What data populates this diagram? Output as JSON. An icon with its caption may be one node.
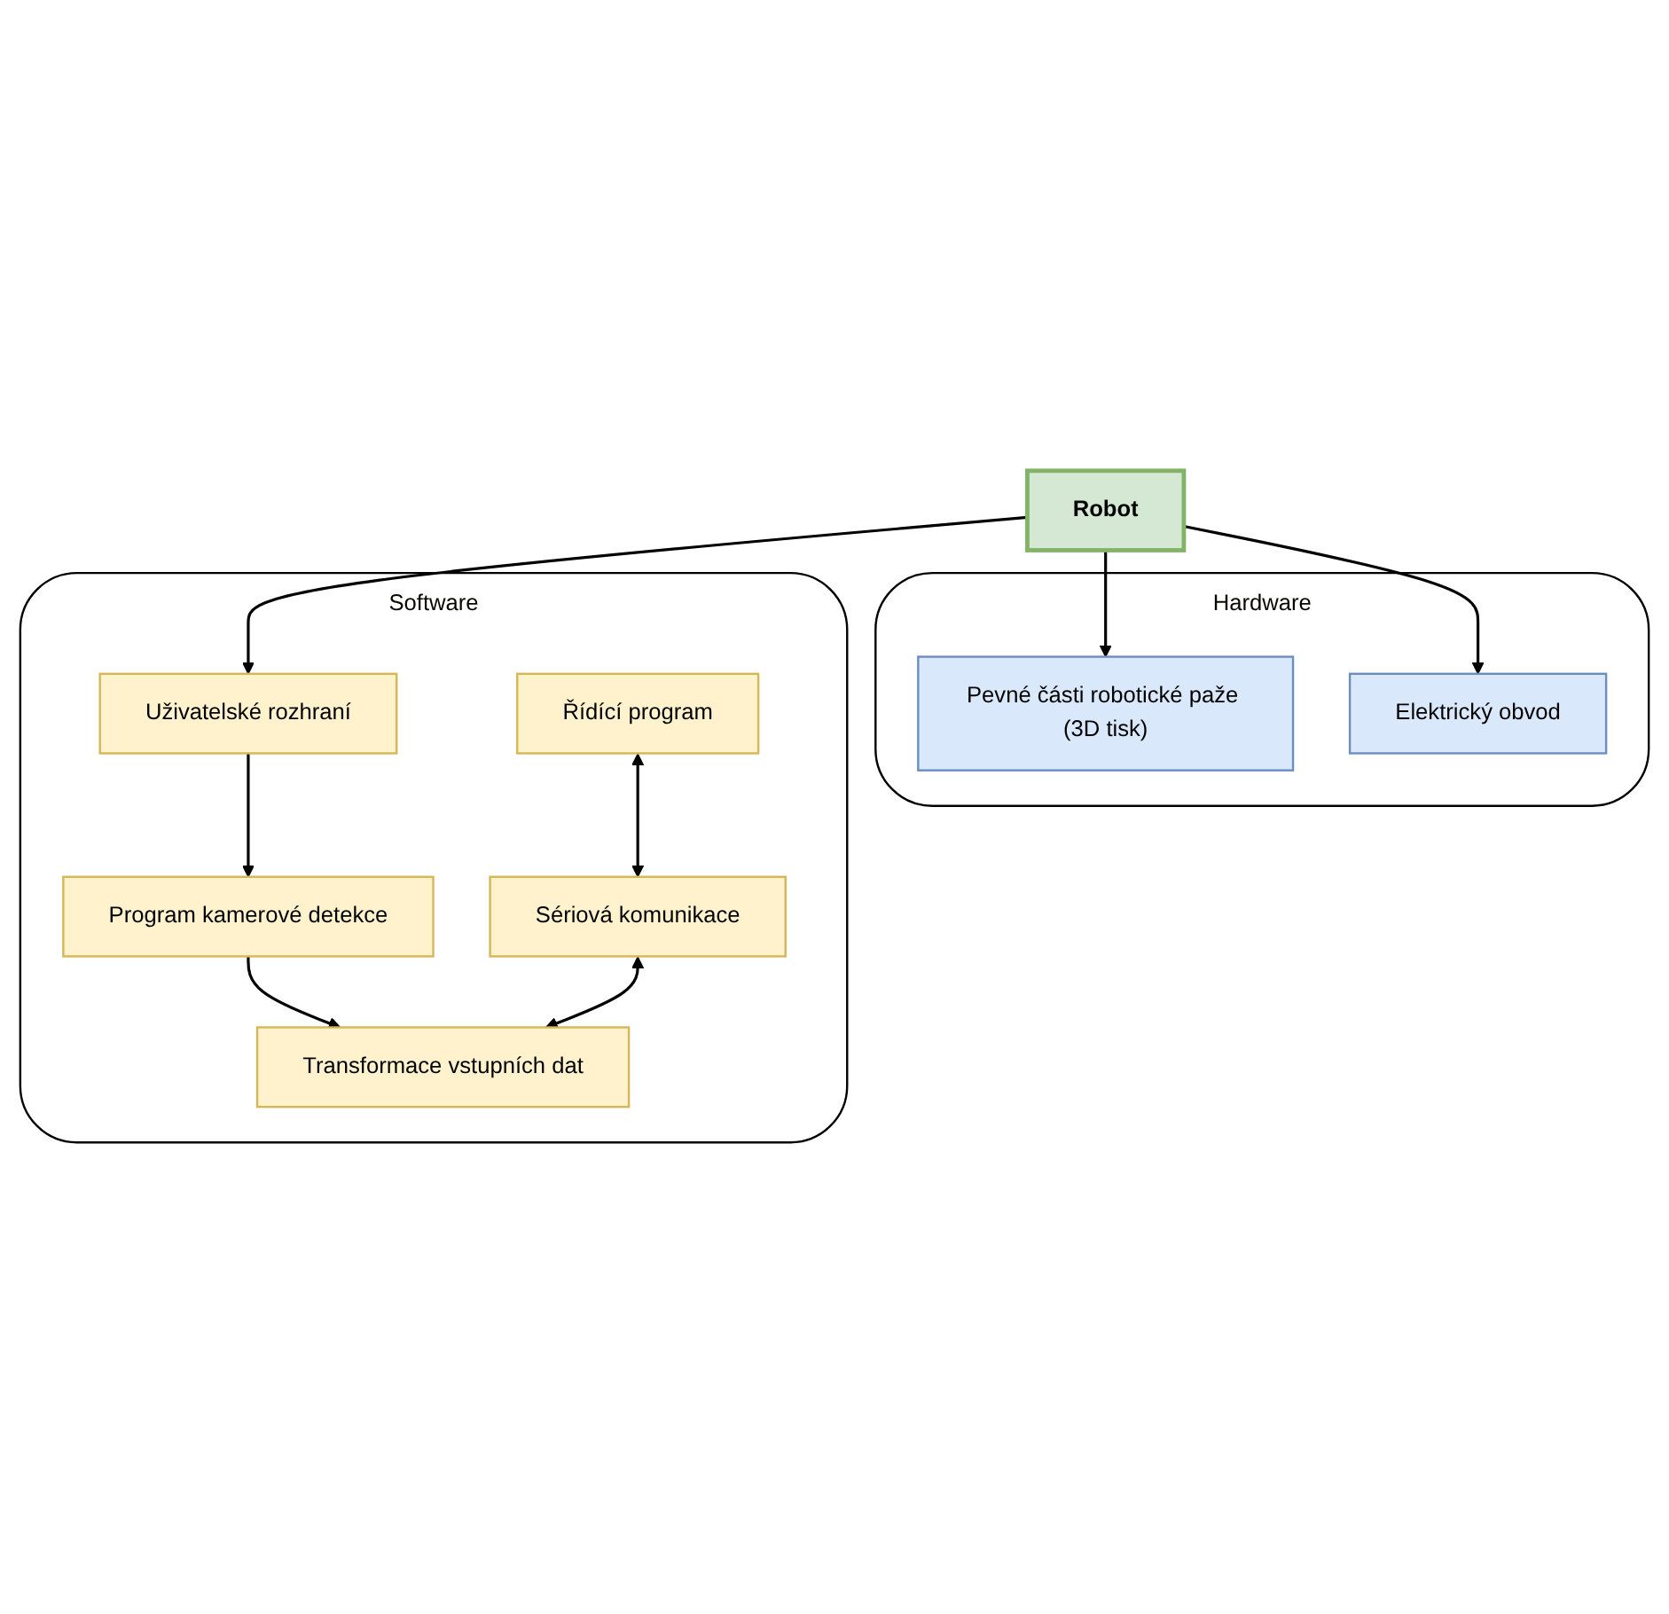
{
  "diagram": {
    "nodes": [
      {
        "text": [
          "Hardware"
        ]
      },
      {
        "text": [
          "Pevné části robotické paže (3D tisk)"
        ],
        "in": 0
      },
      {
        "text": [
          "Elektrický obvod"
        ],
        "in": 0
      },
      {
        "text": [
          "Robot"
        ]
      },
      {
        "text": [
          "Software"
        ]
      },
      {
        "text": [
          "Uživatelské rozhraní"
        ],
        "in": 4
      },
      {
        "text": [
          "Program kamerové detekce"
        ],
        "in": 4
      },
      {
        "text": [
          "Řídící program"
        ],
        "in": 4
      },
      {
        "text": [
          "Sériová komunikace"
        ],
        "in": 4
      },
      {
        "text": [
          "Transformace vstupních dat"
        ],
        "in": 4
      }
    ],
    "edges": [
      {
        "from": 3,
        "to": 1,
        "arrow": "to"
      },
      {
        "from": 3,
        "to": 2,
        "arrow": "to"
      },
      {
        "from": 3,
        "to": 5,
        "arrow": "to"
      },
      {
        "from": 5,
        "to": 6,
        "arrow": "to"
      },
      {
        "from": 6,
        "to": 9,
        "arrow": "to"
      },
      {
        "from": 7,
        "to": 8,
        "arrow": "both"
      },
      {
        "from": 8,
        "to": 9,
        "arrow": "both"
      }
    ]
  }
}
